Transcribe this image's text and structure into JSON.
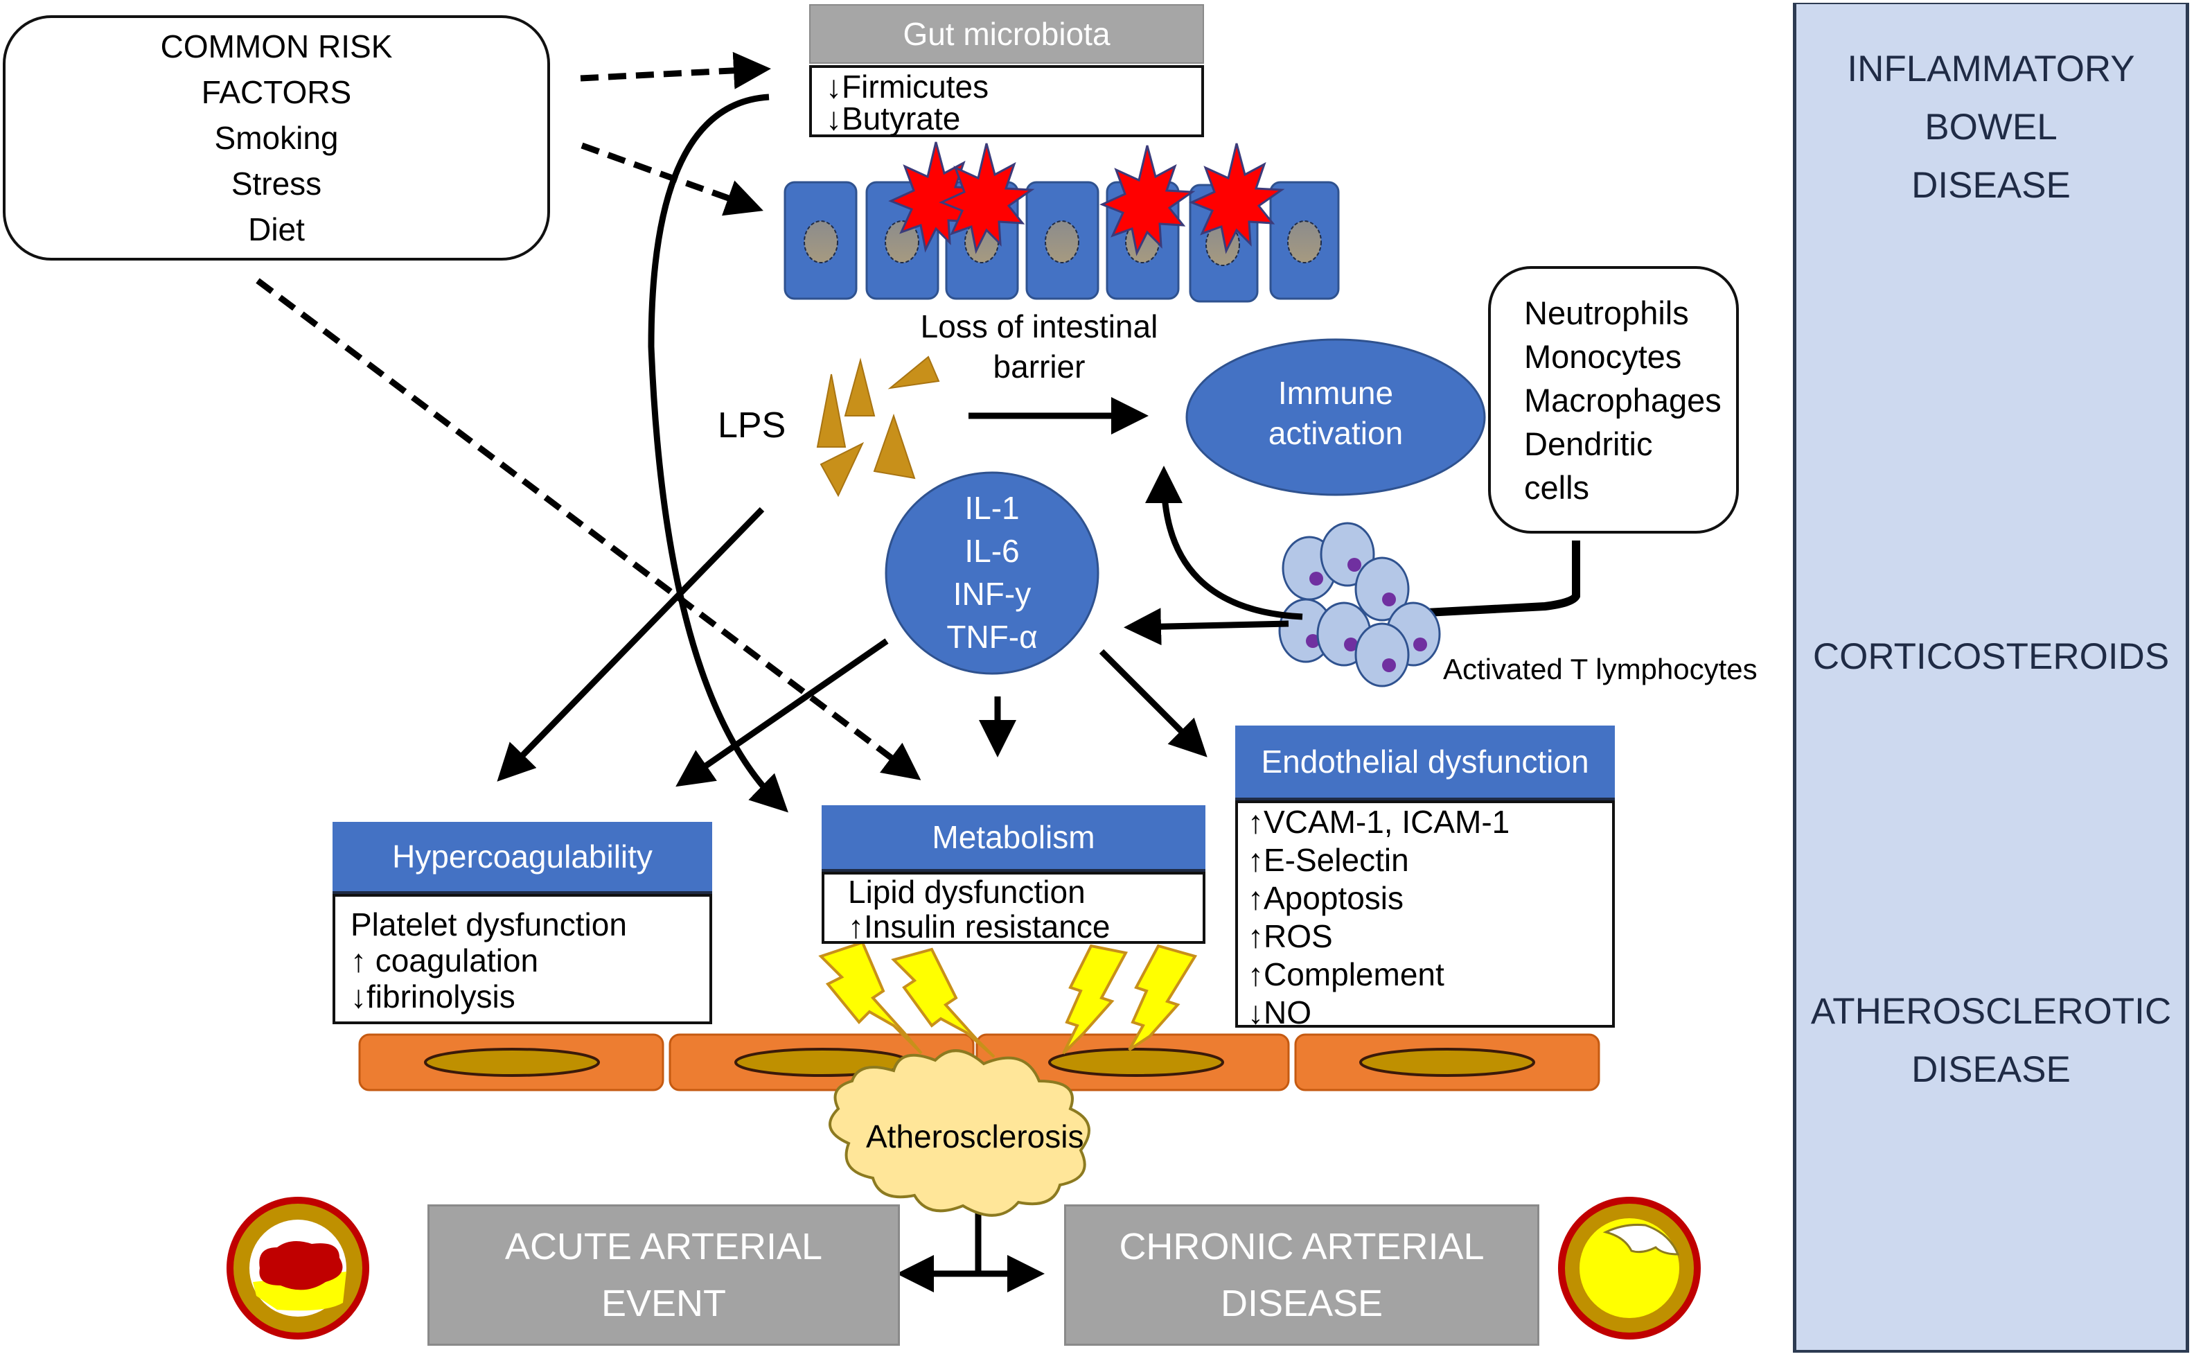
{
  "risk_factors": {
    "title_line1": "COMMON RISK",
    "title_line2": "FACTORS",
    "items": [
      "Smoking",
      "Stress",
      "Diet"
    ]
  },
  "gut_microbiota": {
    "title": "Gut microbiota",
    "items": [
      {
        "arrow": "↓",
        "label": "Firmicutes"
      },
      {
        "arrow": "↓",
        "label": "Butyrate"
      }
    ]
  },
  "intestinal_barrier": {
    "label_line1": "Loss of intestinal",
    "label_line2": "barrier"
  },
  "lps": {
    "label": "LPS"
  },
  "immune_activation": {
    "line1": "Immune",
    "line2": "activation"
  },
  "immune_cells": {
    "items": [
      "Neutrophils",
      "Monocytes",
      "Macrophages",
      "Dendritic",
      "cells"
    ]
  },
  "cytokines": {
    "items": [
      "IL-1",
      "IL-6",
      "INF-y",
      "TNF-α"
    ]
  },
  "t_lymphocytes": {
    "label": "Activated T lymphocytes"
  },
  "hypercoagulability": {
    "title": "Hypercoagulability",
    "items": [
      {
        "arrow": "",
        "label": "Platelet dysfunction"
      },
      {
        "arrow": "↑",
        "label": " coagulation"
      },
      {
        "arrow": "↓",
        "label": "fibrinolysis"
      }
    ]
  },
  "metabolism": {
    "title": "Metabolism",
    "items": [
      {
        "arrow": "",
        "label": "Lipid dysfunction"
      },
      {
        "arrow": "↑",
        "label": "Insulin resistance"
      }
    ]
  },
  "endothelial": {
    "title": "Endothelial dysfunction",
    "items": [
      {
        "arrow": "↑",
        "label": "VCAM-1, ICAM-1"
      },
      {
        "arrow": "↑",
        "label": "E-Selectin"
      },
      {
        "arrow": "↑",
        "label": "Apoptosis"
      },
      {
        "arrow": "↑",
        "label": "ROS"
      },
      {
        "arrow": "↑",
        "label": "Complement"
      },
      {
        "arrow": "↓",
        "label": "NO"
      }
    ]
  },
  "atherosclerosis": {
    "label": "Atherosclerosis"
  },
  "acute_event": {
    "line1": "ACUTE ARTERIAL",
    "line2": "EVENT"
  },
  "chronic_disease": {
    "line1": "CHRONIC ARTERIAL",
    "line2": "DISEASE"
  },
  "sidebar": {
    "ibd_line1": "INFLAMMATORY",
    "ibd_line2": "BOWEL",
    "ibd_line3": "DISEASE",
    "corticosteroids": "CORTICOSTEROIDS",
    "ath_line1": "ATHEROSCLEROTIC",
    "ath_line2": "DISEASE"
  },
  "colors": {
    "blue": "#4472c4",
    "gray_header": "#a6a6a6",
    "sidebar_bg": "#cdd9ef",
    "sidebar_text": "#1f2b45",
    "red_burst": "#ff0000",
    "lps_orange": "#c8901a",
    "smooth_muscle": "#ed7d31",
    "nucleus": "#bf9000",
    "bolt_yellow": "#ffff00",
    "cloud": "#ffe699",
    "lymphocyte": "#b4c7e7",
    "lymph_nucleus": "#7030a0"
  }
}
